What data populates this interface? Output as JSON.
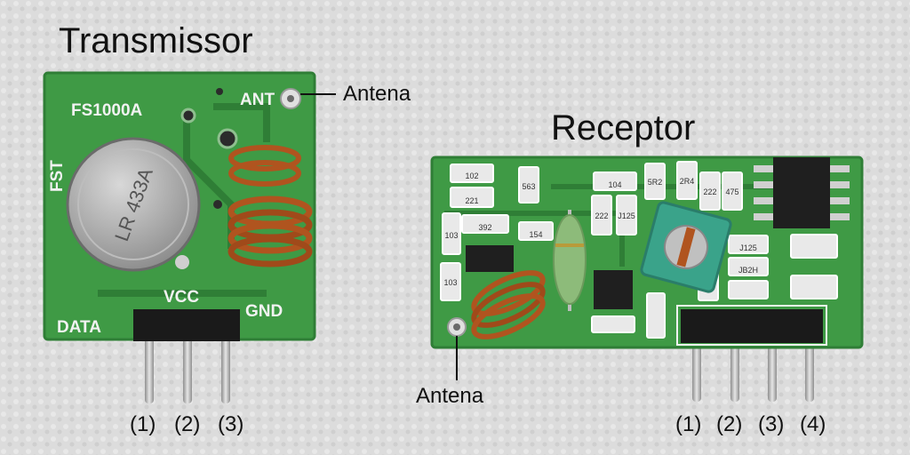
{
  "transmitter": {
    "title": "Transmissor",
    "silkscreen": {
      "model": "FS1000A",
      "ant": "ANT",
      "fst": "FST",
      "vcc": "VCC",
      "data": "DATA",
      "gnd": "GND",
      "crystal": "LR 433A"
    },
    "antenna_callout": "Antena",
    "pin_labels": [
      "(1)",
      "(2)",
      "(3)"
    ]
  },
  "receiver": {
    "title": "Receptor",
    "antenna_callout": "Antena",
    "pin_labels": [
      "(1)",
      "(2)",
      "(3)",
      "(4)"
    ],
    "component_codes": [
      "102",
      "221",
      "392",
      "154",
      "563",
      "104",
      "5R2",
      "2R4",
      "222",
      "475",
      "103",
      "103",
      "222",
      "J125",
      "J125",
      "JB2H"
    ]
  },
  "colors": {
    "background": "#dcdcdc",
    "pcb": "#3f9a45",
    "pcb_dark": "#2f7e36",
    "coil": "#b0541f",
    "header": "#1a1a1a",
    "pin": "#c8c8c8",
    "silkscreen": "#f2f2f2",
    "text": "#111111"
  }
}
